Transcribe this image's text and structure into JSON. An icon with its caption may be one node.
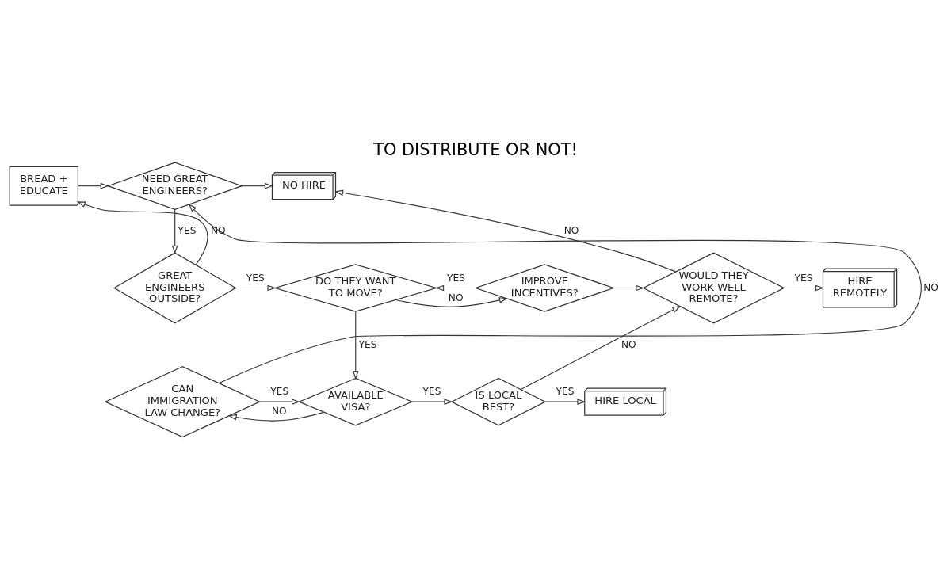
{
  "diagram": {
    "title": "TO DISTRIBUTE OR NOT!",
    "nodes": [
      {
        "text": [
          "NEED GREAT ENGINEERS?"
        ]
      },
      {
        "text": [
          "NO HIRE"
        ]
      },
      {
        "text": [
          "BREAD + EDUCATE"
        ]
      },
      {
        "text": [
          "GREAT ENGINEERS OUTSIDE?"
        ]
      },
      {
        "text": [
          "DO THEY WANT TO MOVE?"
        ]
      },
      {
        "text": [
          "IMPROVE INCENTIVES?"
        ]
      },
      {
        "text": [
          "WOULD THEY WORK WELL REMOTE?"
        ]
      },
      {
        "text": [
          "HIRE REMOTELY"
        ]
      },
      {
        "text": [
          "CAN IMMIGRATION LAW CHANGE?"
        ]
      },
      {
        "text": [
          "AVAILABLE VISA?"
        ]
      },
      {
        "text": [
          "IS LOCAL BEST?"
        ]
      },
      {
        "text": [
          "HIRE LOCAL"
        ]
      }
    ],
    "edges": [
      {
        "from": 0,
        "to": 1,
        "arrow": "to"
      },
      {
        "from": 0,
        "to": 3,
        "label": "YES",
        "arrow": "to"
      },
      {
        "from": 3,
        "to": 2,
        "label": "NO",
        "arrow": "to"
      },
      {
        "from": 2,
        "to": 0,
        "arrow": "to"
      },
      {
        "from": 8,
        "to": 0,
        "label": "NO",
        "arrow": "to"
      },
      {
        "from": 3,
        "to": 4,
        "label": "YES",
        "arrow": "to"
      },
      {
        "from": 4,
        "to": 5,
        "label": "NO",
        "arrow": "to"
      },
      {
        "from": 5,
        "to": 4,
        "label": "YES",
        "arrow": "to"
      },
      {
        "from": 5,
        "to": 6,
        "arrow": "to"
      },
      {
        "from": 6,
        "to": 1,
        "label": "NO",
        "arrow": "to"
      },
      {
        "from": 6,
        "to": 7,
        "label": "YES",
        "arrow": "to"
      },
      {
        "from": 4,
        "to": 9,
        "label": "YES",
        "arrow": "to"
      },
      {
        "from": 8,
        "to": 9,
        "label": "YES",
        "arrow": "to"
      },
      {
        "from": 9,
        "to": 8,
        "label": "NO",
        "arrow": "to"
      },
      {
        "from": 9,
        "to": 10,
        "label": "YES",
        "arrow": "to"
      },
      {
        "from": 10,
        "to": 6,
        "label": "NO",
        "arrow": "to"
      },
      {
        "from": 10,
        "to": 11,
        "label": "YES",
        "arrow": "to"
      }
    ]
  }
}
